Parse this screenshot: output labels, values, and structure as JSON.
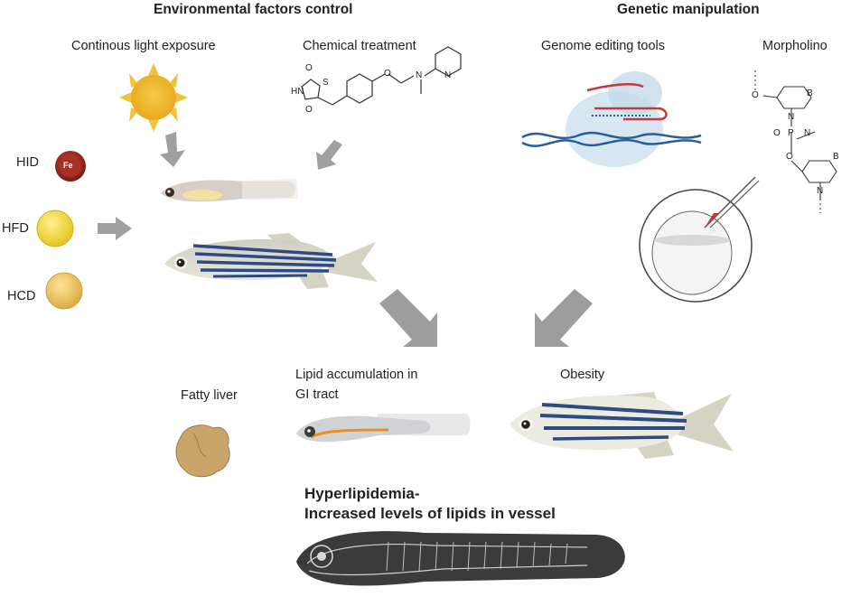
{
  "headers": {
    "environmental": "Environmental factors control",
    "genetic": "Genetic manipulation"
  },
  "env": {
    "light": "Continous light exposure",
    "chemical": "Chemical treatment"
  },
  "genetic": {
    "editing": "Genome editing tools",
    "morpholino": "Morpholino"
  },
  "diets": {
    "hid": "HID",
    "hfd": "HFD",
    "hcd": "HCD",
    "iron_symbol": "Fe"
  },
  "chem_labels": {
    "o1": "O",
    "o2": "O",
    "hn": "HN",
    "s": "S",
    "o3": "O",
    "n": "N",
    "n2": "N"
  },
  "morph_labels": {
    "o1": "O",
    "b1": "B",
    "n1": "N",
    "o2": "O",
    "p": "P",
    "n2": "N",
    "o3": "O",
    "b2": "B",
    "n3": "N"
  },
  "outcomes": {
    "fatty_liver": "Fatty liver",
    "lipid_line1": "Lipid accumulation in",
    "lipid_line2": "GI tract",
    "obesity": "Obesity"
  },
  "hyperlipidemia": {
    "line1": "Hyperlipidemia-",
    "line2": "Increased levels of lipids in vessel"
  }
}
